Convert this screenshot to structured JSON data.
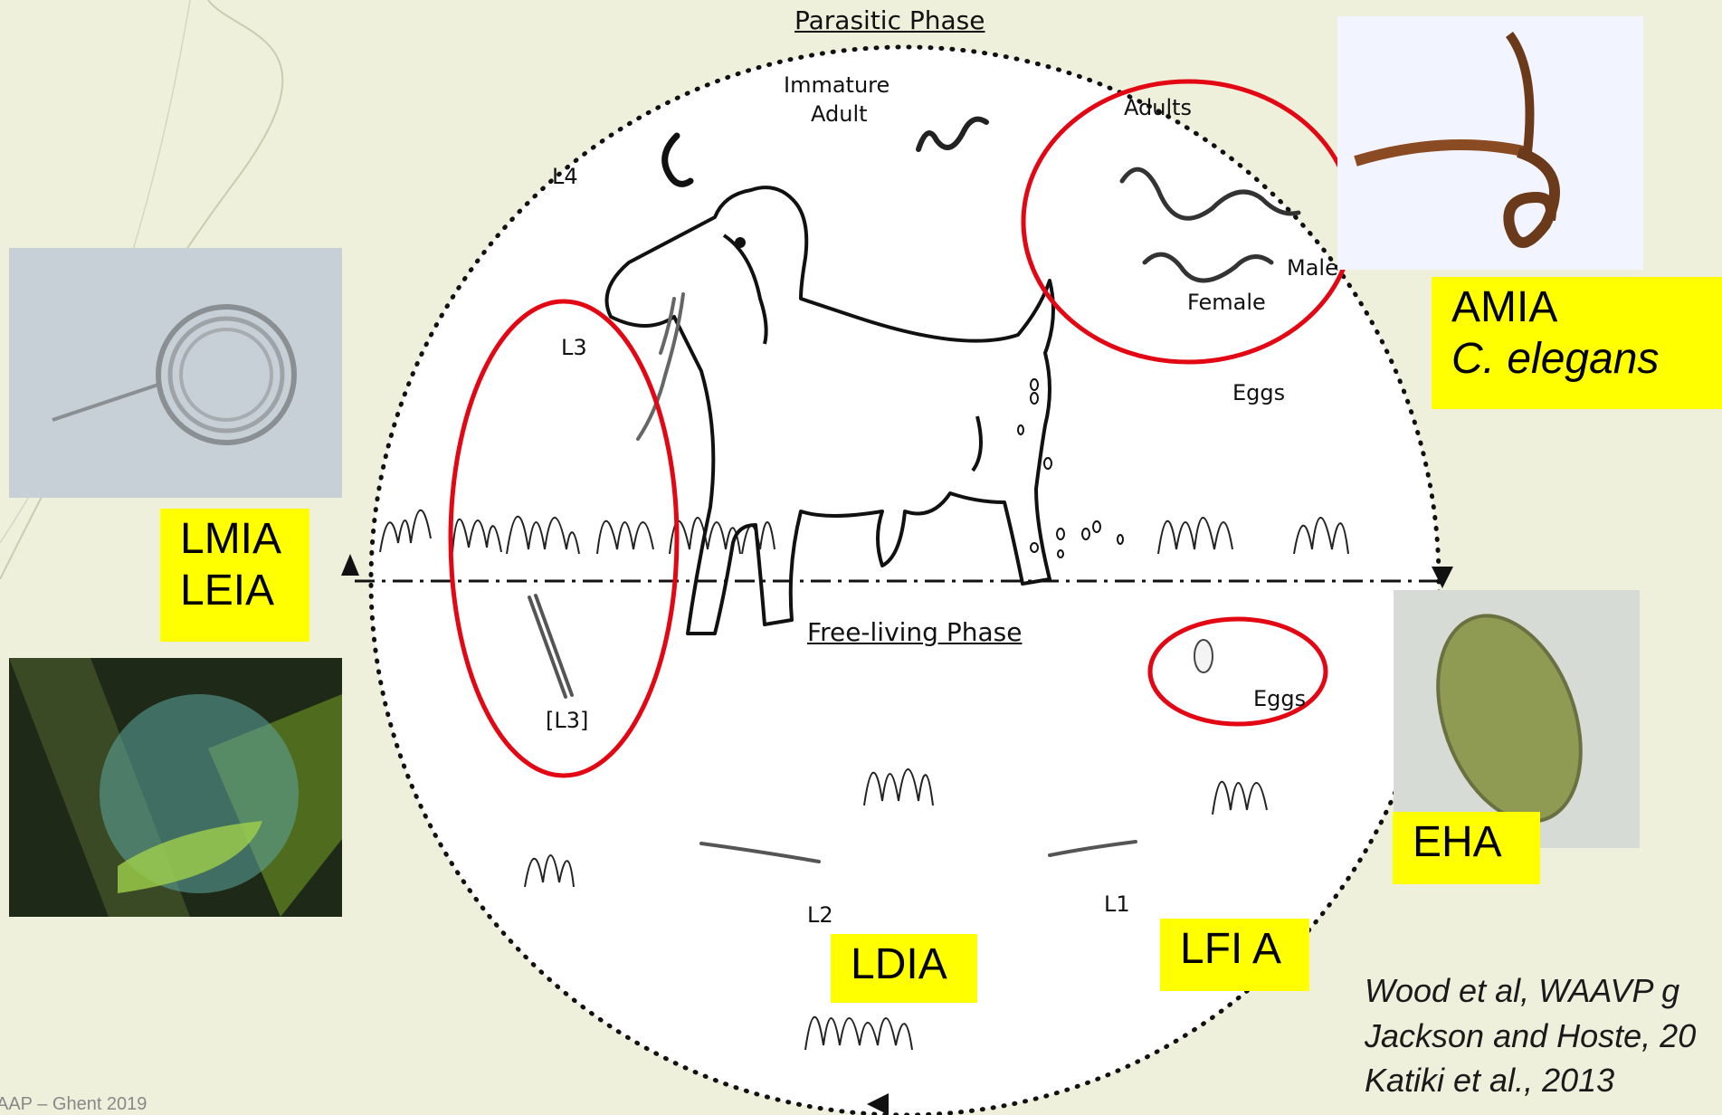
{
  "phases": {
    "parasitic": "Parasitic Phase",
    "free_living": "Free-living Phase"
  },
  "stages": {
    "immature_adult_line1": "Immature",
    "immature_adult_line2": "Adult",
    "l4": "L4",
    "adults": "Adults",
    "male": "Male",
    "female": "Female",
    "eggs_parasitic": "Eggs",
    "l3": "L3",
    "l3_sheathed": "[L3]",
    "eggs_free": "Eggs",
    "l2": "L2",
    "l1": "L1"
  },
  "assays": {
    "amia_line1": "AMIA",
    "amia_line2": "C. elegans",
    "lmia_line1": "LMIA",
    "lmia_line2": "LEIA",
    "eha": "EHA",
    "ldia": "LDIA",
    "lfia": "LFI A"
  },
  "references": [
    "Wood et al, WAAVP g",
    "Jackson and Hoste, 20",
    "Katiki et al., 2013"
  ],
  "footer": "AAP – Ghent 2019",
  "colors": {
    "background": "#eef0dc",
    "highlight_yellow": "#ffff00",
    "ellipse_red": "#e30613"
  }
}
